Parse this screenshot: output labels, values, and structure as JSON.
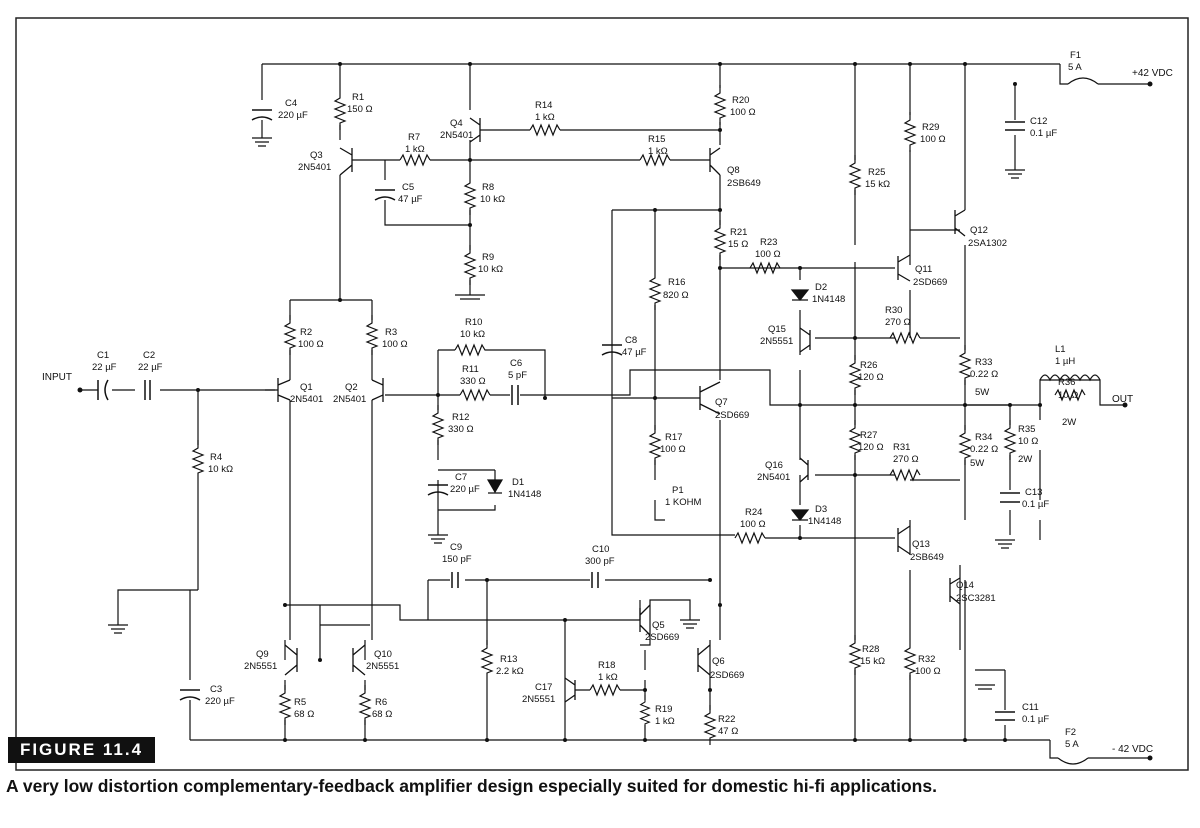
{
  "figure": {
    "badge": "FIGURE 11.4",
    "caption": "A very low distortion complementary-feedback amplifier design especially suited for domestic hi-fi applications."
  },
  "io": {
    "input": "INPUT",
    "output": "OUT",
    "vplus": "+42 VDC",
    "vminus": "- 42 VDC"
  },
  "labels": {
    "f1": "F1",
    "f1v": "5 A",
    "f2": "F2",
    "f2v": "5 A",
    "c1": "C1",
    "c1v": "22 µF",
    "c2": "C2",
    "c2v": "22 µF",
    "c3": "C3",
    "c3v": "220 µF",
    "c4": "C4",
    "c4v": "220 µF",
    "c5": "C5",
    "c5v": "47 µF",
    "c6": "C6",
    "c6v": "5 pF",
    "c7": "C7",
    "c7v": "220 µF",
    "c8": "C8",
    "c8v": "47 µF",
    "c9": "C9",
    "c9v": "150 pF",
    "c10": "C10",
    "c10v": "300 pF",
    "c11": "C11",
    "c11v": "0.1 µF",
    "c12": "C12",
    "c12v": "0.1 µF",
    "c13": "C13",
    "c13v": "0.1 µF",
    "c17": "C17",
    "c17v": "2N5551",
    "r1": "R1",
    "r1v": "150 Ω",
    "r2": "R2",
    "r2v": "100 Ω",
    "r3": "R3",
    "r3v": "100 Ω",
    "r4": "R4",
    "r4v": "10 kΩ",
    "r5": "R5",
    "r5v": "68 Ω",
    "r6": "R6",
    "r6v": "68 Ω",
    "r7": "R7",
    "r7v": "1 kΩ",
    "r8": "R8",
    "r8v": "10 kΩ",
    "r9": "R9",
    "r9v": "10 kΩ",
    "r10": "R10",
    "r10v": "10 kΩ",
    "r11": "R11",
    "r11v": "330 Ω",
    "r12": "R12",
    "r12v": "330 Ω",
    "r13": "R13",
    "r13v": "2.2 kΩ",
    "r14": "R14",
    "r14v": "1 kΩ",
    "r15": "R15",
    "r15v": "1 kΩ",
    "r16": "R16",
    "r16v": "820 Ω",
    "r17": "R17",
    "r17v": "100 Ω",
    "r18": "R18",
    "r18v": "1 kΩ",
    "r19": "R19",
    "r19v": "1 kΩ",
    "r20": "R20",
    "r20v": "100 Ω",
    "r21": "R21",
    "r21v": "15 Ω",
    "r22": "R22",
    "r22v": "47 Ω",
    "r23": "R23",
    "r23v": "100 Ω",
    "r24": "R24",
    "r24v": "100 Ω",
    "r25": "R25",
    "r25v": "15 kΩ",
    "r26": "R26",
    "r26v": "120 Ω",
    "r27": "R27",
    "r27v": "120 Ω",
    "r28": "R28",
    "r28v": "15 kΩ",
    "r29": "R29",
    "r29v": "100 Ω",
    "r30": "R30",
    "r30v": "270 Ω",
    "r31": "R31",
    "r31v": "270 Ω",
    "r32": "R32",
    "r32v": "100 Ω",
    "r33": "R33",
    "r33v": "0.22 Ω",
    "r33w": "5W",
    "r34": "R34",
    "r34v": "0.22 Ω",
    "r34w": "5W",
    "r35": "R35",
    "r35v": "10 Ω",
    "r35w": "2W",
    "r36": "R36",
    "r36v": "10 Ω",
    "r36w": "2W",
    "l1": "L1",
    "l1v": "1 µH",
    "p1": "P1",
    "p1v": "1 KOHM",
    "d1": "D1",
    "d1v": "1N4148",
    "d2": "D2",
    "d2v": "1N4148",
    "d3": "D3",
    "d3v": "1N4148",
    "q1": "Q1",
    "q1v": "2N5401",
    "q2": "Q2",
    "q2v": "2N5401",
    "q3": "Q3",
    "q3v": "2N5401",
    "q4": "Q4",
    "q4v": "2N5401",
    "q5": "Q5",
    "q5v": "2SD669",
    "q6": "Q6",
    "q6v": "2SD669",
    "q7": "Q7",
    "q7v": "2SD669",
    "q8": "Q8",
    "q8v": "2SB649",
    "q9": "Q9",
    "q9v": "2N5551",
    "q10": "Q10",
    "q10v": "2N5551",
    "q11": "Q11",
    "q11v": "2SD669",
    "q12": "Q12",
    "q12v": "2SA1302",
    "q13": "Q13",
    "q13v": "2SB649",
    "q14": "Q14",
    "q14v": "2SC3281",
    "q15": "Q15",
    "q15v": "2N5551",
    "q16": "Q16",
    "q16v": "2N5401"
  }
}
